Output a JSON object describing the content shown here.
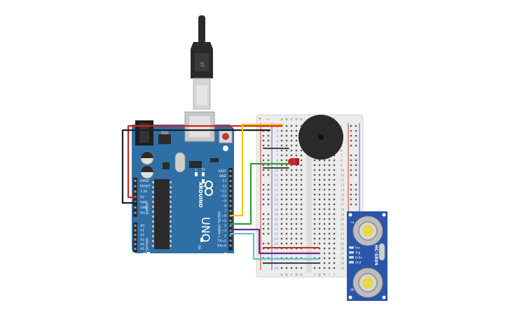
{
  "arduino": {
    "brand": "ARDUINO",
    "model": "UNO",
    "label_digital": "DIGITAL (PWM~)",
    "label_power": "POWER",
    "label_analog": "ANALOG IN",
    "label_on": "ON",
    "label_l": "L",
    "label_tx": "TX",
    "label_rx": "RX",
    "digital_header_labels": [
      "AREF",
      "GND",
      "13",
      "12",
      "~11",
      "~10",
      "~9",
      "8",
      "7",
      "~6",
      "~5",
      "4",
      "~3",
      "2",
      "TX→1",
      "RX←0"
    ],
    "power_header_labels": [
      "IOREF",
      "RESET",
      "3.3V",
      "5V",
      "GND",
      "GND",
      "Vin"
    ],
    "analog_header_labels": [
      "A0",
      "A1",
      "A2",
      "A3",
      "A4",
      "A5"
    ],
    "colors": {
      "board": "#2f6fa6",
      "board_dark": "#245b8a",
      "header": "#2b2b2b"
    }
  },
  "usb_cable": {
    "colors": {
      "plug": "#2a2a2a",
      "metal": "#cfcfcf"
    }
  },
  "breadboard": {
    "column_letters_left": [
      "a",
      "b",
      "c",
      "d",
      "e"
    ],
    "column_letters_right": [
      "f",
      "g",
      "h",
      "i",
      "j"
    ],
    "rail_plus": "+",
    "rail_minus": "−",
    "row_numbers": [
      "1",
      "2",
      "3",
      "4",
      "5",
      "6",
      "7",
      "8",
      "9",
      "10",
      "11",
      "12",
      "13",
      "14",
      "15",
      "16",
      "17",
      "18",
      "19",
      "20",
      "21",
      "22",
      "23",
      "24",
      "25",
      "26",
      "27",
      "28",
      "29",
      "30"
    ],
    "colors": {
      "body": "#ececec",
      "hole": "#555555",
      "rail_red": "#d33a2c",
      "rail_blue": "#3a6fd3"
    }
  },
  "buzzer": {
    "colors": {
      "body": "#2a2a2a"
    }
  },
  "led": {
    "colors": {
      "body": "#c62828"
    }
  },
  "sensor": {
    "model": "HC-SR04",
    "pin_labels": [
      "Vcc",
      "Trig",
      "Echo",
      "Gnd"
    ],
    "transducer_letters": [
      "T",
      "R"
    ],
    "colors": {
      "board": "#2a55a8",
      "silver": "#bdbdbd"
    }
  },
  "wire_colors": {
    "red": "#d3241c",
    "black": "#1e1e1e",
    "yellow": "#f2c511",
    "green": "#2e9e2e",
    "purple": "#6a2d8f",
    "cyan": "#5fc3d6",
    "darkgray": "#444444"
  }
}
